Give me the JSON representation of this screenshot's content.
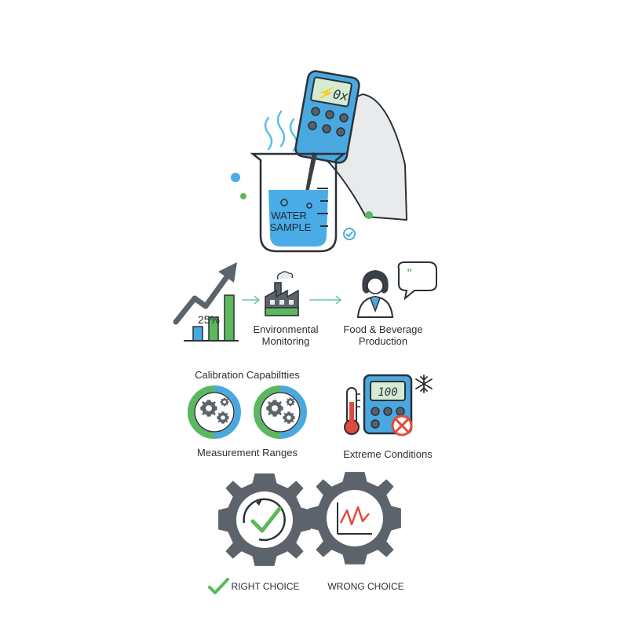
{
  "beaker": {
    "label_line1": "WATER",
    "label_line2": "SAMPLE"
  },
  "meter_top": {
    "display": "⚡0x"
  },
  "growth": {
    "percent_label": "25%"
  },
  "sectors": [
    {
      "line1": "Environmental",
      "line2": "Monitoring"
    },
    {
      "line1": "Food & Beverage",
      "line2": "Production"
    }
  ],
  "calibration": {
    "title": "Calibration Capabiltties",
    "caption": "Measurement Ranges"
  },
  "extreme": {
    "display": "100",
    "caption": "Extreme Conditions"
  },
  "choices": {
    "right_label": "RIGHT CHOICE",
    "wrong_label": "WRONG CHOICE"
  },
  "colors": {
    "meter_blue": "#4aa8e0",
    "screen_green": "#cfe8c8",
    "water_blue": "#4aace6",
    "accent_green": "#5cb85c",
    "gear_gray": "#5c636a",
    "outline": "#2b3137",
    "alert_red": "#e04b3b"
  },
  "icons": [
    "hand-icon",
    "ph-meter-icon",
    "beaker-icon",
    "steam-icon",
    "growth-chart-icon",
    "factory-icon",
    "scientist-icon",
    "speech-bubble-icon",
    "gear-icon",
    "thermometer-icon",
    "snowflake-icon",
    "no-entry-icon",
    "checkmark-icon",
    "graph-icon"
  ]
}
